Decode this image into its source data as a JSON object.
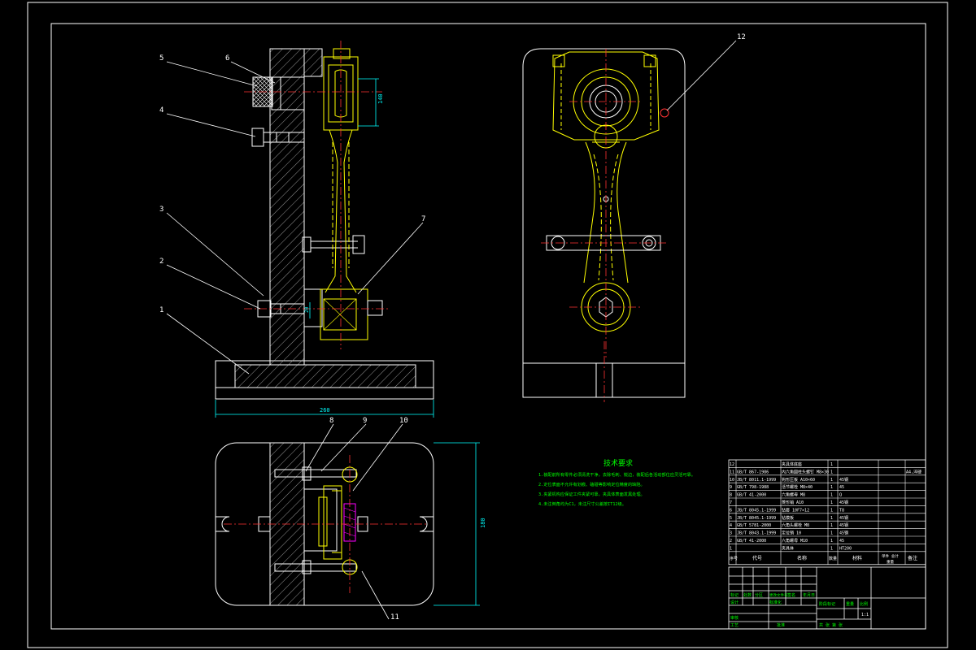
{
  "colors": {
    "background": "#000000",
    "outline": "#ffffff",
    "part": "#ffff00",
    "dimension": "#00ffff",
    "notes": "#00ff00",
    "centerline": "#ff3333",
    "highlight": "#ff00ff",
    "hatch": "#cccccc"
  },
  "balloons": {
    "b1": "1",
    "b2": "2",
    "b3": "3",
    "b4": "4",
    "b5": "5",
    "b6": "6",
    "b7": "7",
    "b8": "8",
    "b9": "9",
    "b10": "10",
    "b11": "11",
    "b12": "12"
  },
  "dimensions": {
    "width": "260",
    "bore": "140",
    "pin_height": "20",
    "plan_height": "180"
  },
  "notes": {
    "title": "技术要求",
    "lines": [
      "1.装配前所有零件必须清洗干净，去除毛刺、锐边，装配后各活动部位应灵活可靠。",
      "2.定位表面不允许有划痕、磕碰等影响定位精度的缺陷。",
      "3.夹紧机构应保证工件夹紧可靠，夹具体表面发黑处理。",
      "4.未注倒角均为C1，未注尺寸公差按IT12级。"
    ]
  },
  "bom": {
    "rows": [
      {
        "no": "12",
        "code": "",
        "name": "夹具体底座",
        "qty": "1",
        "material": "",
        "note": ""
      },
      {
        "no": "11",
        "code": "GB/T 867-1986",
        "name": "内六角圆柱头螺钉 M8×30",
        "qty": "1",
        "material": "",
        "note": "A4,淬硬"
      },
      {
        "no": "10",
        "code": "JB/T 8011.1-1999",
        "name": "钩形压板 A10×60",
        "qty": "1",
        "material": "45钢",
        "note": ""
      },
      {
        "no": "9",
        "code": "GB/T 798-1988",
        "name": "活节螺栓 M8×40",
        "qty": "1",
        "material": "45",
        "note": ""
      },
      {
        "no": "8",
        "code": "GB/T 41-2000",
        "name": "六角螺母 M8",
        "qty": "1",
        "material": "Q",
        "note": ""
      },
      {
        "no": "7",
        "code": "",
        "name": "菱形销 A10",
        "qty": "1",
        "material": "45钢",
        "note": ""
      },
      {
        "no": "6",
        "code": "JB/T 8045.1-1999",
        "name": "钻套 10F7×12",
        "qty": "1",
        "material": "T8",
        "note": ""
      },
      {
        "no": "5",
        "code": "JB/T 8045.1-1999",
        "name": "钻模板",
        "qty": "1",
        "material": "45钢",
        "note": ""
      },
      {
        "no": "4",
        "code": "GB/T 5781-2000",
        "name": "六角头螺栓 M8",
        "qty": "1",
        "material": "45钢",
        "note": ""
      },
      {
        "no": "3",
        "code": "JB/T 8043.1-1999",
        "name": "定位销 10",
        "qty": "1",
        "material": "45钢",
        "note": ""
      },
      {
        "no": "2",
        "code": "GB/T 41-2000",
        "name": "六角螺母 M10",
        "qty": "1",
        "material": "45",
        "note": ""
      },
      {
        "no": "1",
        "code": "",
        "name": "夹具体",
        "qty": "1",
        "material": "HT200",
        "note": ""
      }
    ],
    "headers": {
      "no": "序号",
      "code": "代号",
      "name": "名称",
      "qty": "数量",
      "material": "材料",
      "weight": "单件 总计",
      "weight_sub": "重量",
      "note": "备注"
    }
  },
  "title_block": {
    "mark": "标记",
    "count": "处数",
    "zone": "分区",
    "doc": "更改文件号",
    "sign": "签名",
    "date": "年月日",
    "design": "设计",
    "standard": "标准化",
    "review": "审核",
    "craft": "工艺",
    "approve": "批准",
    "stage": "阶段标记",
    "weight": "重量",
    "scale": "比例",
    "scale_val": "1:1",
    "sheets": "共  张  第  张"
  }
}
